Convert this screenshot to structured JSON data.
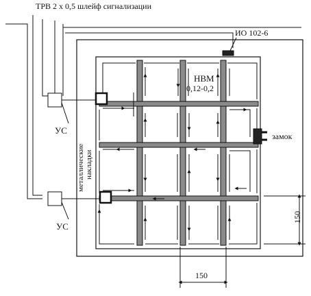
{
  "labels": {
    "cable_spec": "ТРВ 2 х 0,5 шлейф сигнализации",
    "detector_model": "ИО 102-6",
    "wire_spec_line1": "НВМ",
    "wire_spec_line2": "0,12-0,2",
    "lock": "замок",
    "junction_top": "УС",
    "junction_bottom": "УС",
    "metal_plates_line1": "металлические",
    "metal_plates_line2": "накладки",
    "dim_vertical": "150",
    "dim_horizontal": "150"
  },
  "colors": {
    "ink": "#111111",
    "paper": "#ffffff",
    "bar_fill": "#8a8a8a"
  }
}
